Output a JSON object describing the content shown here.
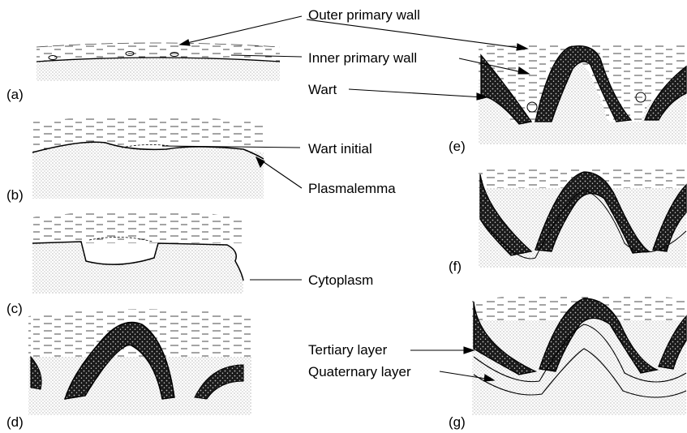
{
  "labels": {
    "outer_primary_wall": "Outer primary wall",
    "inner_primary_wall": "Inner primary wall",
    "wart": "Wart",
    "wart_initial": "Wart initial",
    "plasmalemma": "Plasmalemma",
    "cytoplasm": "Cytoplasm",
    "tertiary_layer": "Tertiary layer",
    "quaternary_layer": "Quaternary layer"
  },
  "panels": {
    "a": "(a)",
    "b": "(b)",
    "c": "(c)",
    "d": "(d)",
    "e": "(e)",
    "f": "(f)",
    "g": "(g)"
  }
}
